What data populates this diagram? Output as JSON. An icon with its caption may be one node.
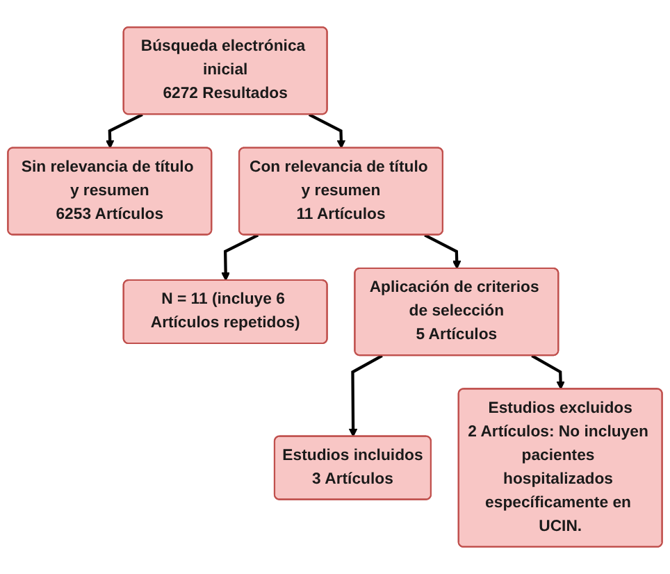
{
  "diagram": {
    "nodes": [
      {
        "text": [
          "Búsqueda electrónica inicial",
          "6272 Resultados"
        ]
      },
      {
        "text": [
          "Sin relevancia de título y resumen",
          "6253 Artículos"
        ]
      },
      {
        "text": [
          "Con relevancia de título y resumen",
          "11 Artículos"
        ]
      },
      {
        "text": [
          "N = 11 (incluye 6 Artículos repetidos)"
        ]
      },
      {
        "text": [
          "Aplicación de criterios de selección",
          "5 Artículos"
        ]
      },
      {
        "text": [
          "Estudios incluidos",
          "3 Artículos"
        ]
      },
      {
        "text": [
          "Estudios excluidos",
          "2 Artículos: No incluyen pacientes hospitalizados específicamente en UCIN."
        ]
      }
    ],
    "edges": [
      {
        "from": 0,
        "to": 1,
        "arrow": "to"
      },
      {
        "from": 0,
        "to": 2,
        "arrow": "to"
      },
      {
        "from": 2,
        "to": 3,
        "arrow": "to"
      },
      {
        "from": 2,
        "to": 4,
        "arrow": "to"
      },
      {
        "from": 4,
        "to": 5,
        "arrow": "to"
      },
      {
        "from": 4,
        "to": 6,
        "arrow": "to"
      }
    ]
  }
}
